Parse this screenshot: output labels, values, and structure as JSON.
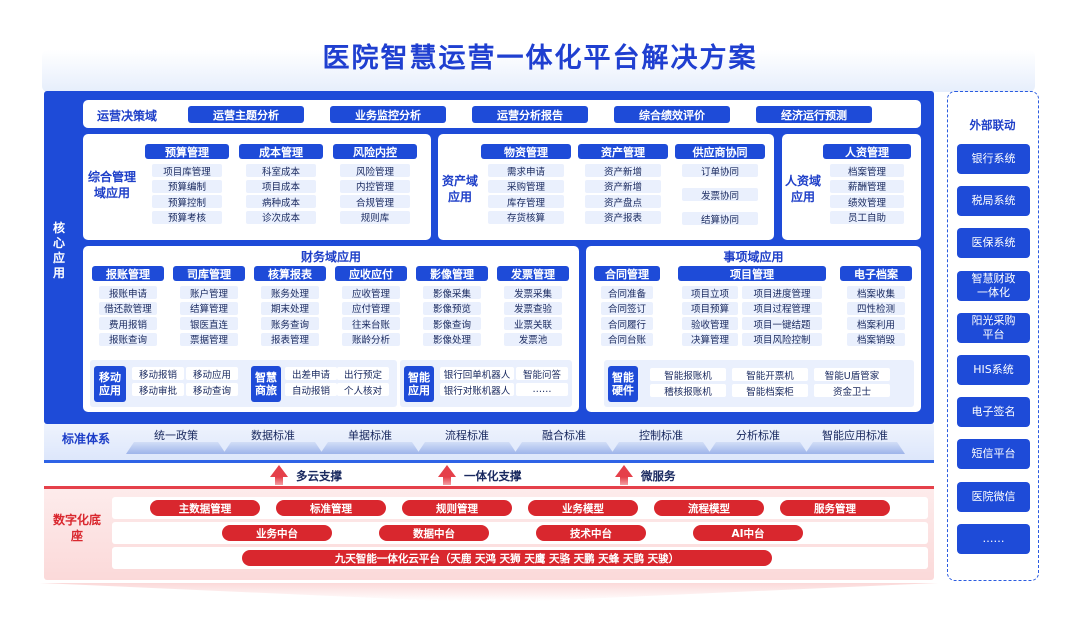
{
  "title": "医院智慧运营一体化平台解决方案",
  "core_label": "核心应用",
  "decision": {
    "label": "运营决策域",
    "items": [
      "运营主题分析",
      "业务监控分析",
      "运营分析报告",
      "综合绩效评价",
      "经济运行预测"
    ]
  },
  "general": {
    "label": "综合管理域应用",
    "cols": [
      {
        "title": "预算管理",
        "items": [
          "项目库管理",
          "预算编制",
          "预算控制",
          "预算考核"
        ]
      },
      {
        "title": "成本管理",
        "items": [
          "科室成本",
          "项目成本",
          "病种成本",
          "诊次成本"
        ]
      },
      {
        "title": "风险内控",
        "items": [
          "风险管理",
          "内控管理",
          "合规管理",
          "规则库"
        ]
      }
    ]
  },
  "asset": {
    "label": "资产域应用",
    "cols": [
      {
        "title": "物资管理",
        "items": [
          "需求申请",
          "采购管理",
          "库存管理",
          "存货核算"
        ]
      },
      {
        "title": "资产管理",
        "items": [
          "资产新增",
          "资产新增",
          "资产盘点",
          "资产报表"
        ]
      },
      {
        "title": "供应商协同",
        "items": [
          "订单协同",
          "发票协同",
          "结算协同"
        ]
      }
    ]
  },
  "hr": {
    "label": "人资域应用",
    "cols": [
      {
        "title": "人资管理",
        "items": [
          "档案管理",
          "薪酬管理",
          "绩效管理",
          "员工自助"
        ]
      }
    ]
  },
  "finance": {
    "title": "财务域应用",
    "cols": [
      {
        "title": "报账管理",
        "items": [
          "报账申请",
          "借还款管理",
          "费用报销",
          "报账查询"
        ]
      },
      {
        "title": "司库管理",
        "items": [
          "账户管理",
          "结算管理",
          "银医直连",
          "票据管理"
        ]
      },
      {
        "title": "核算报表",
        "items": [
          "账务处理",
          "期末处理",
          "账务查询",
          "报表管理"
        ]
      },
      {
        "title": "应收应付",
        "items": [
          "应收管理",
          "应付管理",
          "往来台账",
          "账龄分析"
        ]
      },
      {
        "title": "影像管理",
        "items": [
          "影像采集",
          "影像预览",
          "影像查询",
          "影像处理"
        ]
      },
      {
        "title": "发票管理",
        "items": [
          "发票采集",
          "发票查验",
          "业票关联",
          "发票池"
        ]
      }
    ],
    "mobile": {
      "label": "移动应用",
      "items": [
        "移动报销",
        "移动应用",
        "移动审批",
        "移动查询"
      ]
    },
    "smart": {
      "label": "智慧商旅",
      "items": [
        "出差申请",
        "出行预定",
        "自动报销",
        "个人核对"
      ]
    },
    "ai": {
      "label": "智能应用",
      "items": [
        "银行回单机器人",
        "智能问答",
        "银行对账机器人",
        "……"
      ]
    }
  },
  "matter": {
    "title": "事项域应用",
    "cols": [
      {
        "title": "合同管理",
        "items": [
          "合同准备",
          "合同签订",
          "合同履行",
          "合同台账"
        ]
      },
      {
        "title": "项目管理",
        "items": [
          "项目立项",
          "项目预算",
          "验收管理",
          "决算管理"
        ]
      },
      {
        "title": "",
        "items": [
          "项目进度管理",
          "项目过程管理",
          "项目一键结题",
          "项目风险控制"
        ]
      },
      {
        "title": "电子档案",
        "items": [
          "档案收集",
          "四性检测",
          "档案利用",
          "档案销毁"
        ]
      }
    ],
    "hardware": {
      "label": "智能硬件",
      "items": [
        "智能报账机",
        "智能开票机",
        "智能U盾管家",
        "稽核报账机",
        "智能档案柜",
        "资金卫士"
      ]
    }
  },
  "standards": {
    "label": "标准体系",
    "items": [
      "统一政策",
      "数据标准",
      "单据标准",
      "流程标准",
      "融合标准",
      "控制标准",
      "分析标准",
      "智能应用标准"
    ]
  },
  "supports": [
    "多云支撑",
    "一体化支撑",
    "微服务"
  ],
  "base": {
    "label": "数字化底座",
    "row1": [
      "主数据管理",
      "标准管理",
      "规则管理",
      "业务模型",
      "流程模型",
      "服务管理"
    ],
    "row2": [
      "业务中台",
      "数据中台",
      "技术中台",
      "AI中台"
    ],
    "row3": "九天智能一体化云平台（天鹿 天鸿 天狮 天鹰 天骆 天鹏 天蜂 天鹍 天骏）"
  },
  "external": {
    "label": "外部联动",
    "items": [
      "银行系统",
      "税局系统",
      "医保系统",
      "智慧财政\n一体化",
      "阳光采购\n平台",
      "HIS系统",
      "电子签名",
      "短信平台",
      "医院微信",
      "……"
    ]
  },
  "colors": {
    "primary": "#1e4bd8",
    "red": "#d9272e"
  }
}
